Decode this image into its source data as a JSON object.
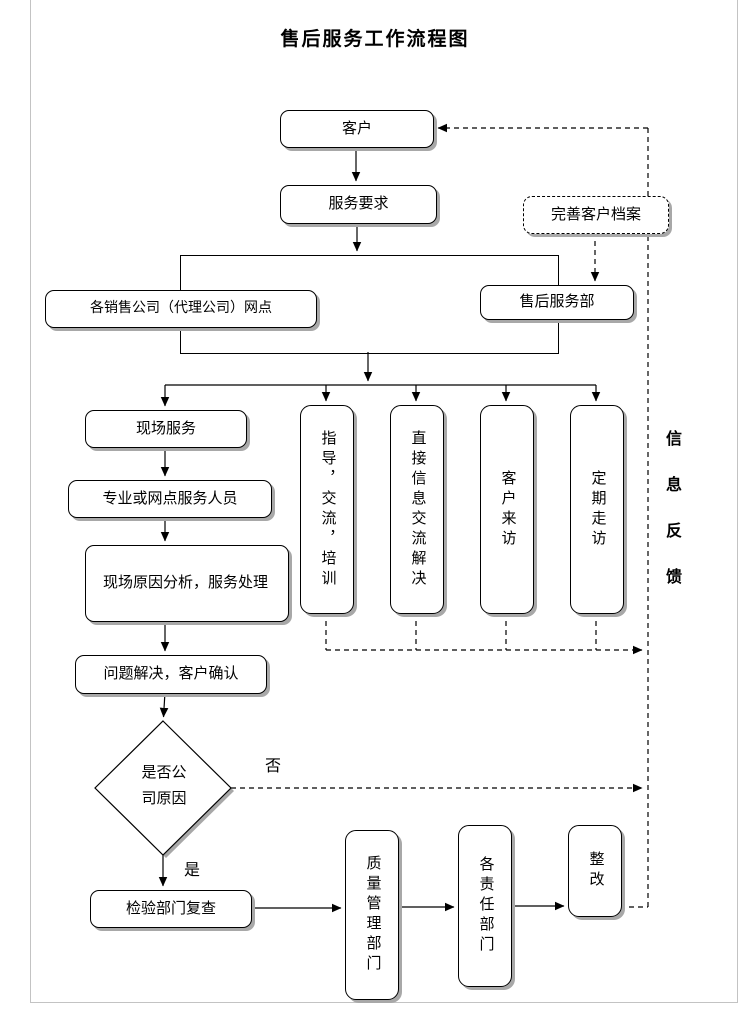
{
  "title": "售后服务工作流程图",
  "nodes": {
    "customer": "客户",
    "service_request": "服务要求",
    "archive": "完善客户档案",
    "sales_network": "各销售公司（代理公司）网点",
    "aftersales_dept": "售后服务部",
    "onsite_service": "现场服务",
    "guidance": "指导，交流，培训",
    "direct_info": "直接信息交流解决",
    "customer_visit": "客户来访",
    "regular_visit": "定期走访",
    "staff": "专业或网点服务人员",
    "analysis": "现场原因分析，服务处理",
    "confirm": "问题解决，客户确认",
    "decision": "是否公司原因",
    "recheck": "检验部门复查",
    "quality_dept": "质量管理部门",
    "responsible_dept": "各责任部门",
    "rectify": "整改"
  },
  "labels": {
    "no": "否",
    "yes": "是",
    "feedback": "信息反馈"
  },
  "colors": {
    "line": "#000000",
    "shadow": "#a8a8a8",
    "background": "#ffffff"
  }
}
